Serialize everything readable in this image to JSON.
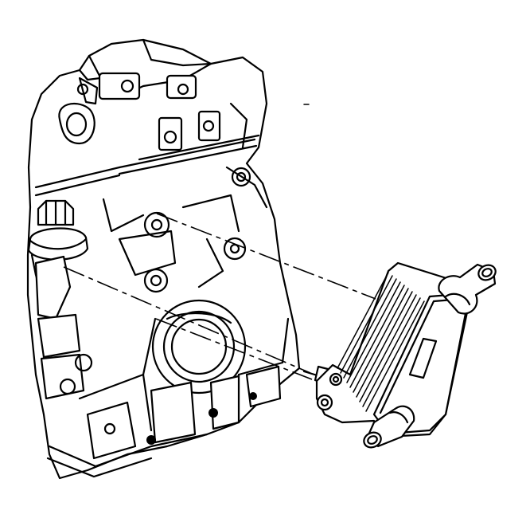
{
  "diagram": {
    "components": [
      {
        "name": "engine-block",
        "icon": "engine-block-icon"
      },
      {
        "name": "oil-filter-cap",
        "icon": "oil-filter-cap-icon"
      },
      {
        "name": "oil-cooler",
        "icon": "oil-cooler-icon"
      },
      {
        "name": "cooler-inlet-pipe",
        "icon": "pipe-fitting-icon"
      },
      {
        "name": "cooler-outlet-pipe",
        "icon": "pipe-fitting-icon"
      },
      {
        "name": "mounting-bolt",
        "icon": "bolt-icon"
      }
    ],
    "alignment_lines": 3,
    "colors": {
      "ink": "#000000",
      "background": "#ffffff"
    }
  }
}
